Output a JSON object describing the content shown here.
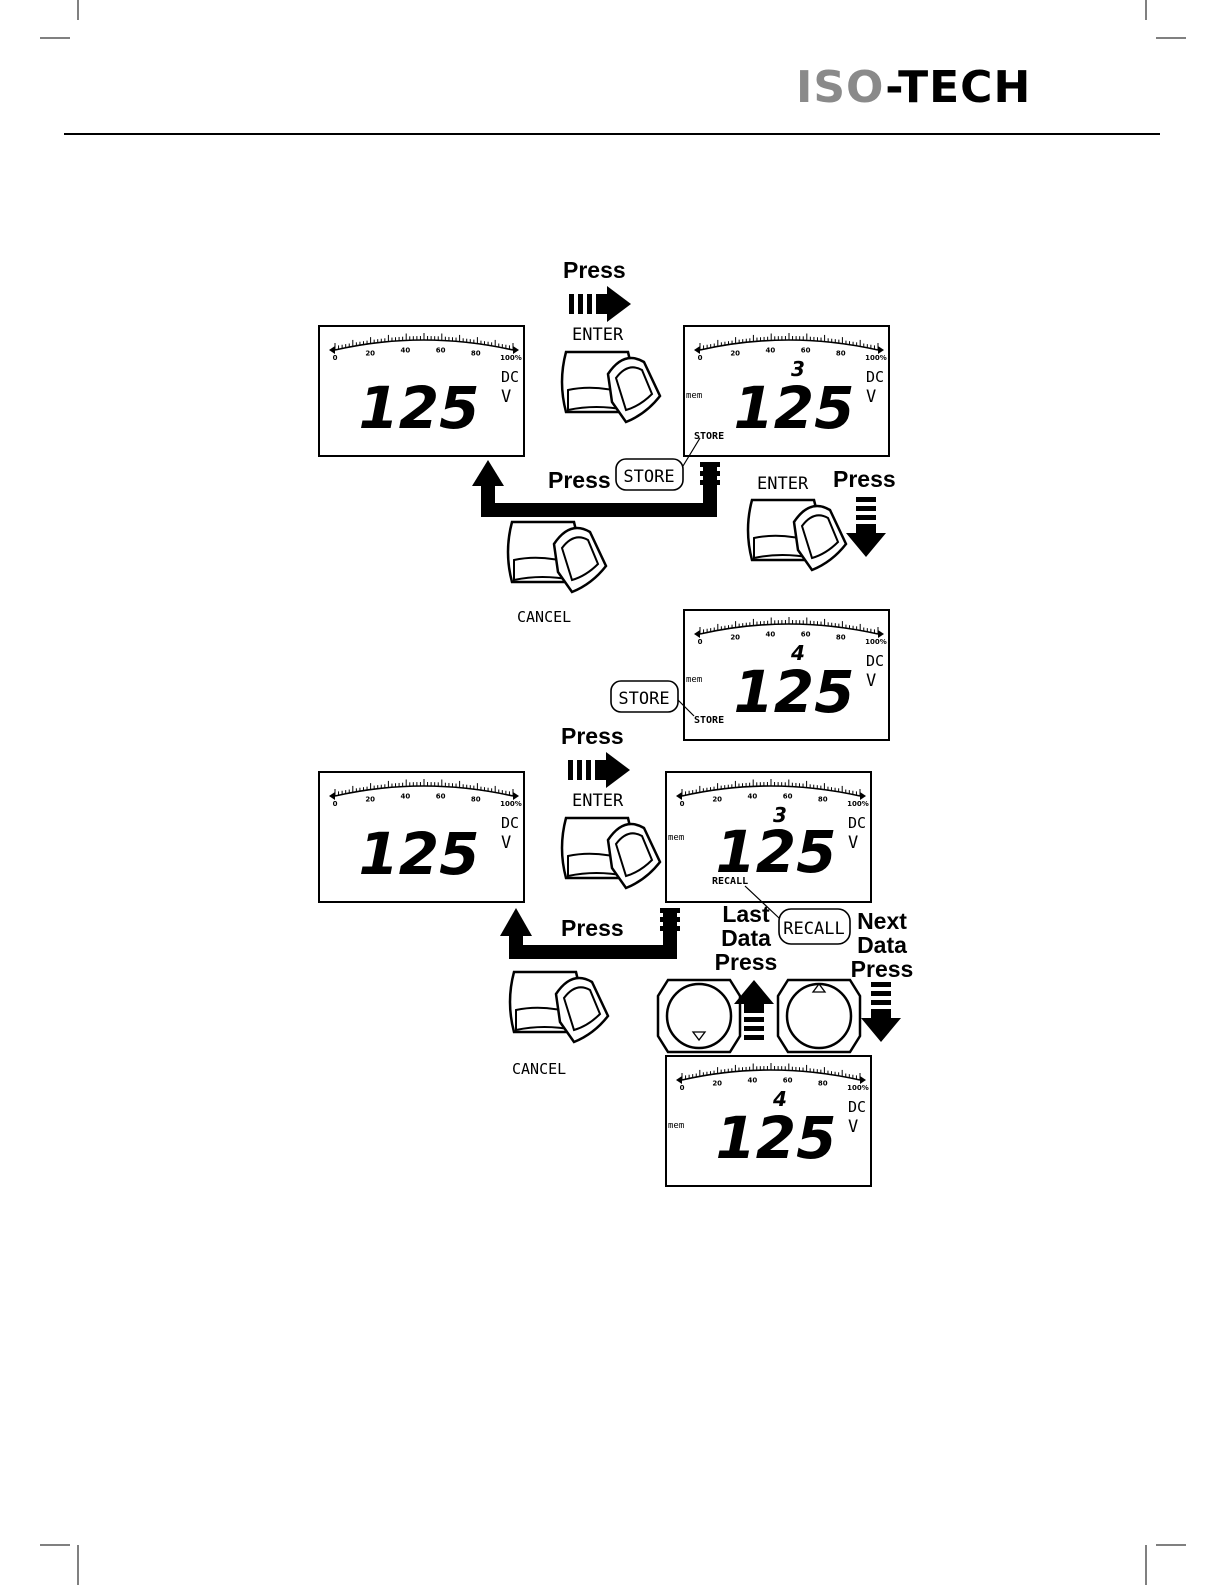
{
  "header": {
    "logo_gray": "ISO",
    "logo_black": "-TECH"
  },
  "labels": {
    "press": "Press",
    "enter": "ENTER",
    "cancel": "CANCEL",
    "store": "STORE",
    "recall": "RECALL",
    "last_data": [
      "Last",
      "Data",
      "Press"
    ],
    "next_data": [
      "Next",
      "Data",
      "Press"
    ]
  },
  "lcd": {
    "reading": "125",
    "unit_dc": "DC",
    "unit_v": "V",
    "mem": "mem",
    "store_flag": "STORE",
    "recall_flag": "RECALL",
    "scale": [
      "0",
      "20",
      "40",
      "60",
      "80",
      "100%"
    ],
    "mem_number_a": "3",
    "mem_number_b": "4"
  },
  "colors": {
    "ink": "#000000",
    "logo_gray": "#8a8a8a",
    "page": "#ffffff"
  }
}
